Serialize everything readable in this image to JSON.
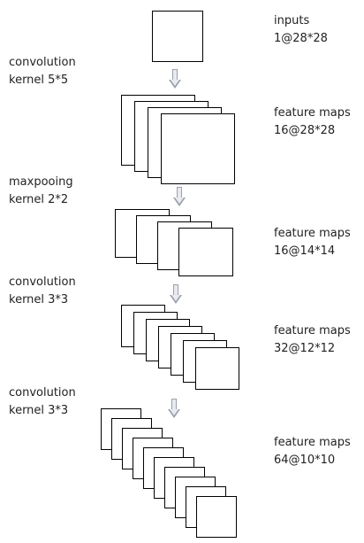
{
  "layers": [
    {
      "label_line1": "inputs",
      "label_line2": "1@28*28"
    },
    {
      "label_line1": "feature maps",
      "label_line2": "16@28*28"
    },
    {
      "label_line1": "feature maps",
      "label_line2": "16@14*14"
    },
    {
      "label_line1": "feature maps",
      "label_line2": "32@12*12"
    },
    {
      "label_line1": "feature maps",
      "label_line2": "64@10*10"
    }
  ],
  "operations": [
    {
      "line1": "convolution",
      "line2": "kernel 5*5"
    },
    {
      "line1": "maxpooing",
      "line2": "kernel 2*2"
    },
    {
      "line1": "convolution",
      "line2": "kernel 3*3"
    },
    {
      "line1": "convolution",
      "line2": "kernel 3*3"
    }
  ],
  "colors": {
    "arrow_fill": "#e8eaf0",
    "arrow_stroke": "#9aa0aa",
    "box_border": "#000000"
  }
}
